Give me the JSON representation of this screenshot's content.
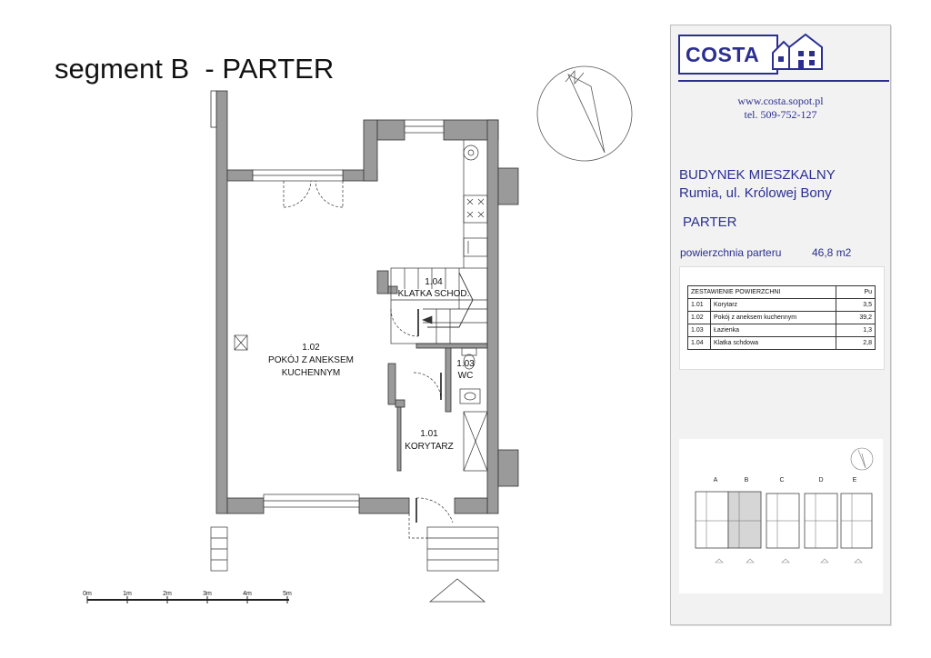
{
  "title": "segment B  - PARTER",
  "rooms": {
    "r102": {
      "number": "1.02",
      "name_line1": "POKÓJ Z ANEKSEM",
      "name_line2": "KUCHENNYM"
    },
    "r101": {
      "number": "1.01",
      "name": "KORYTARZ"
    },
    "r103": {
      "number": "1.03",
      "name": "WC"
    },
    "r104": {
      "number": "1.04",
      "name": "KLATKA SCHOD."
    }
  },
  "scale_labels": [
    "0m",
    "1m",
    "2m",
    "3m",
    "4m",
    "5m"
  ],
  "panel": {
    "logo": "COSTA",
    "website": "www.costa.sopot.pl",
    "phone": "tel. 509-752-127",
    "building": "BUDYNEK MIESZKALNY",
    "address": "Rumia, ul. Królowej Bony",
    "floor": "PARTER",
    "area_label": "powierzchnia  parteru",
    "area_value": "46,8 m2",
    "table": {
      "header": "ZESTAWIENIE POWIERZCHNI",
      "header_unit": "Pu",
      "rows": [
        {
          "no": "1.01",
          "name": "Korytarz",
          "value": "3,5"
        },
        {
          "no": "1.02",
          "name": "Pokój  z aneksem kuchennym",
          "value": "39,2"
        },
        {
          "no": "1.03",
          "name": "Łazienka",
          "value": "1,3"
        },
        {
          "no": "1.04",
          "name": "Klatka schdowa",
          "value": "2,8"
        }
      ]
    },
    "site_plan_segments": [
      "A",
      "B",
      "C",
      "D",
      "E"
    ]
  },
  "colors": {
    "wall": "#9a9a9a",
    "brand": "#2b2f8f"
  }
}
